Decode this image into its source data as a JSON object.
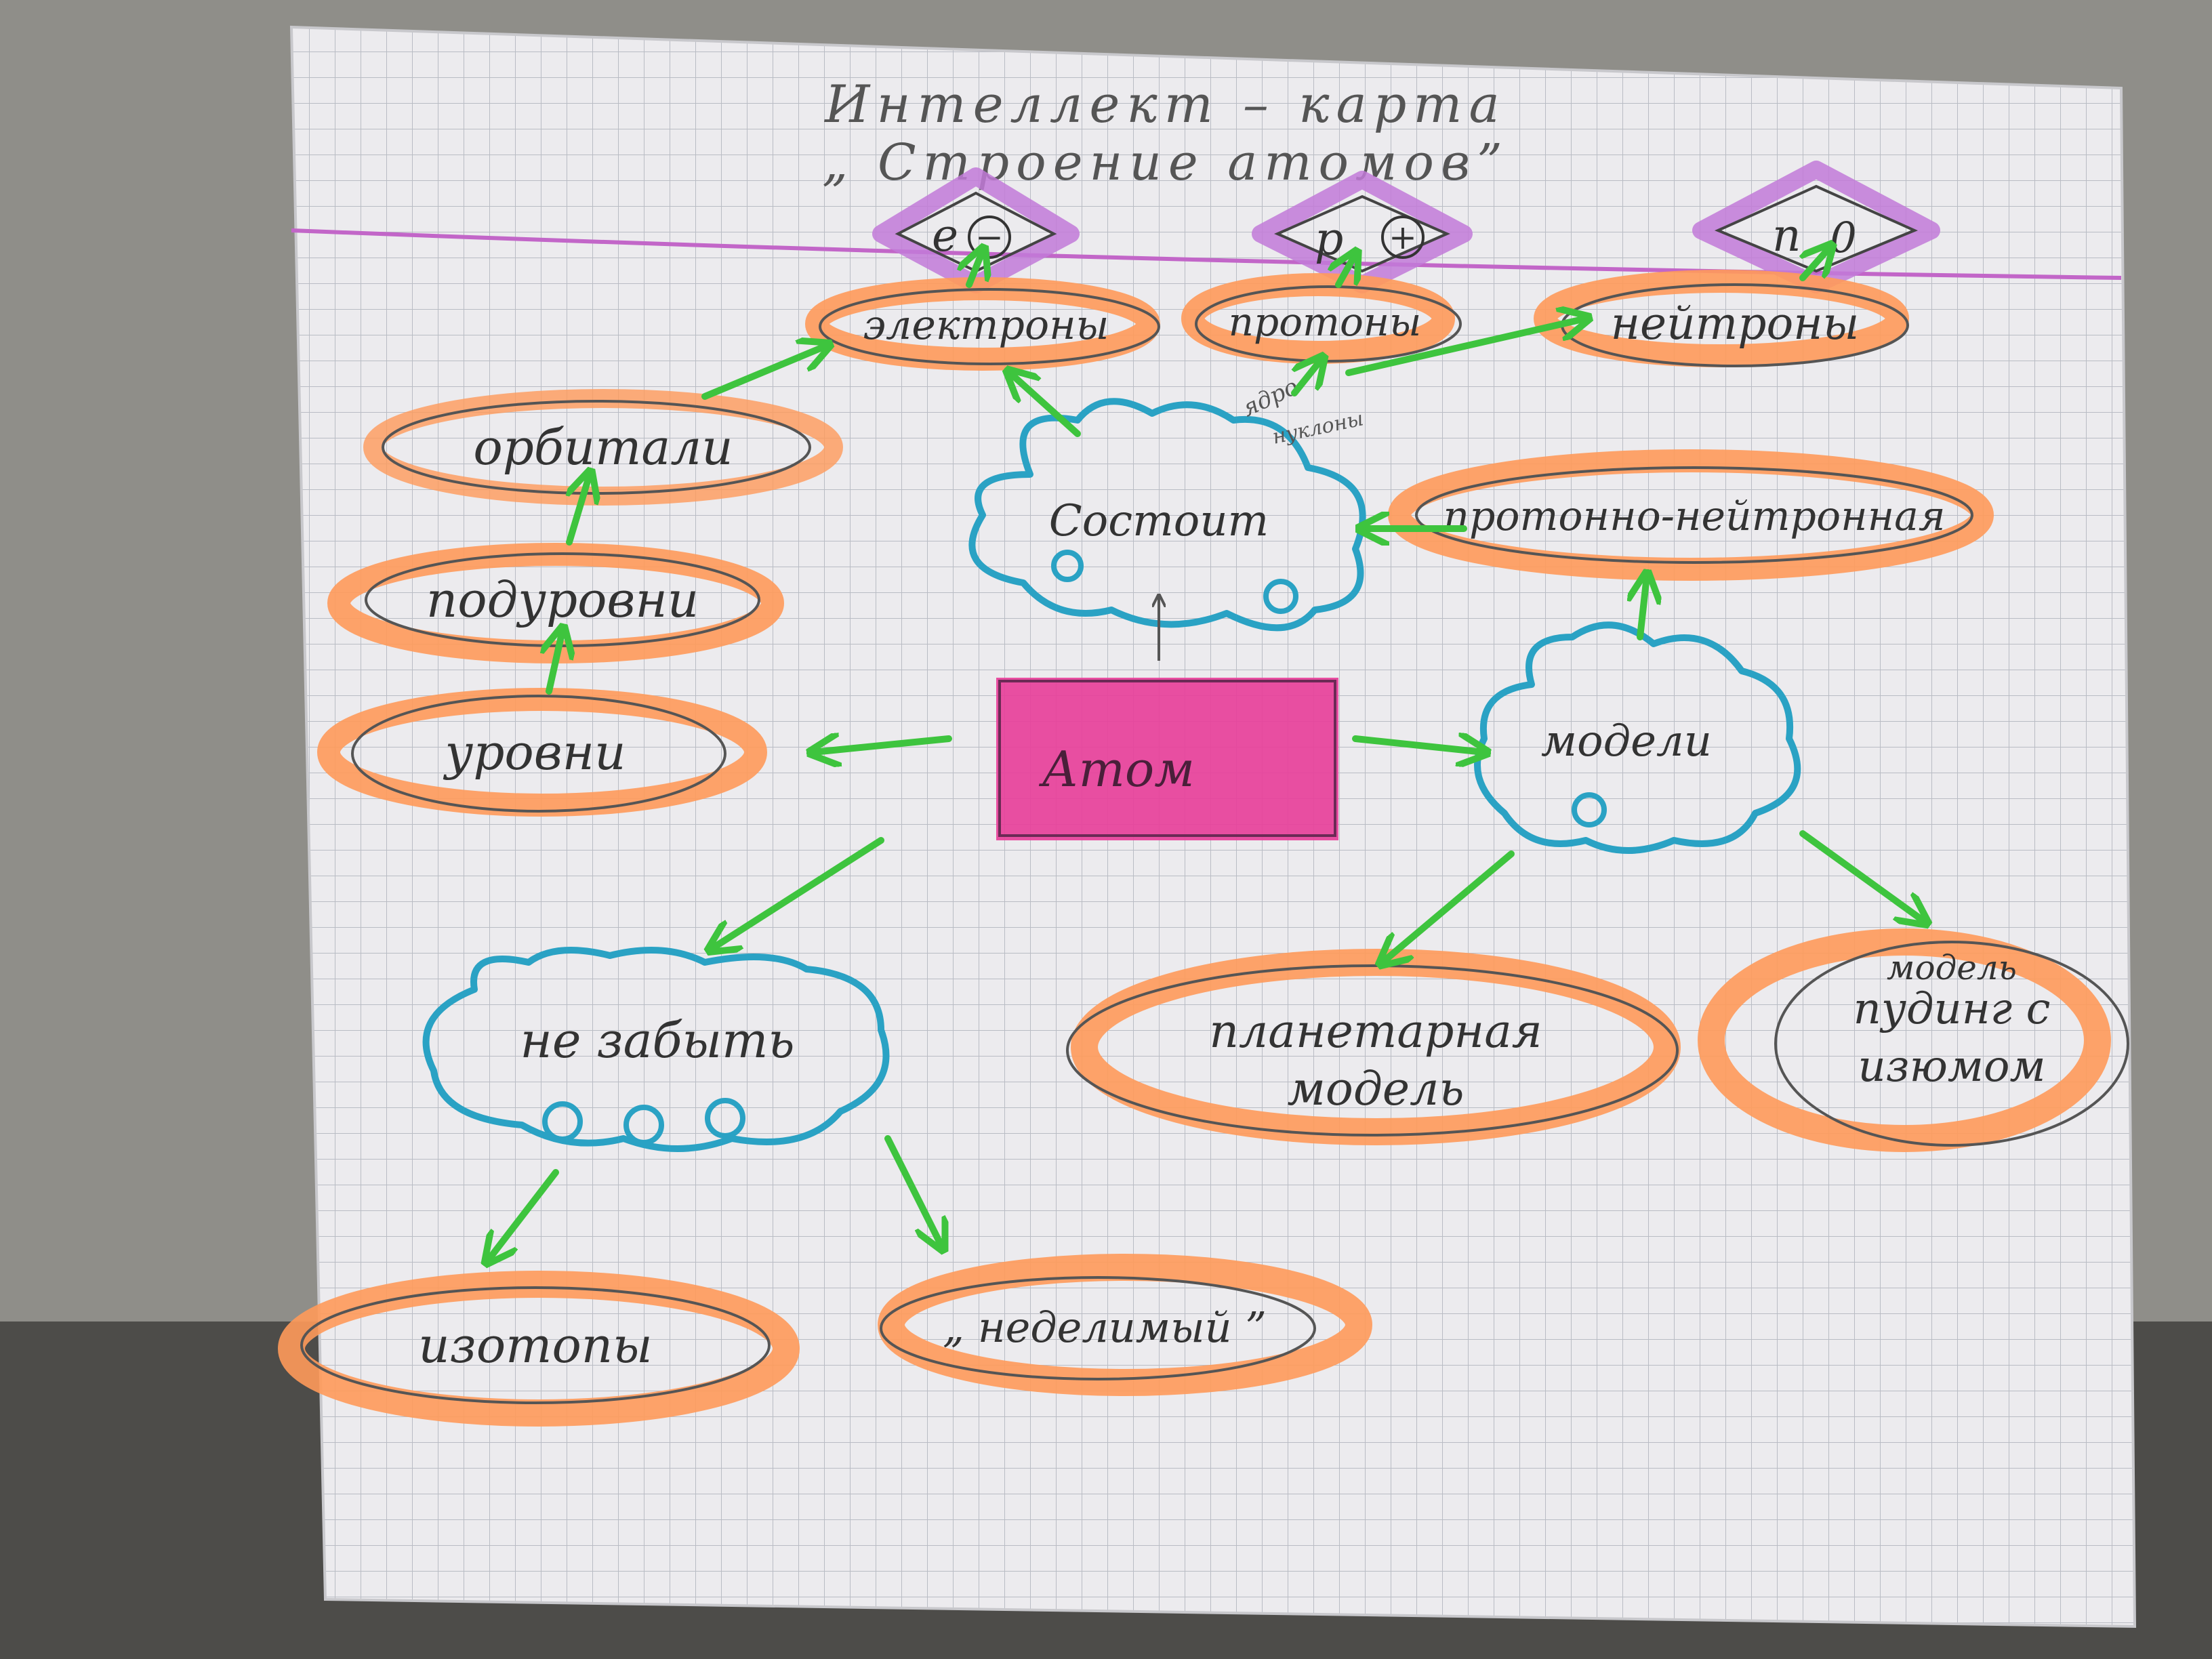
{
  "title": {
    "line1": "Интеллект – карта",
    "line2": "„ Строение атомов”"
  },
  "center": {
    "label": "Атом"
  },
  "clouds": {
    "composition": "Состоит",
    "models": "модели",
    "remember": "не забыть"
  },
  "nodes": {
    "electrons": "электроны",
    "protons": "протоны",
    "neutrons": "нейтроны",
    "orbitals": "орбитали",
    "sublevels": "подуровни",
    "levels": "уровни",
    "proton_neutron": "протонно-нейтронная",
    "planetary": [
      "планетарная",
      "модель"
    ],
    "pudding": [
      "модель",
      "пудинг с",
      "изюмом"
    ],
    "isotopes": "изотопы",
    "indivisible": "„ неделимый ”"
  },
  "symbols": {
    "electron": {
      "letter": "e",
      "sign": "−"
    },
    "proton": {
      "letter": "p",
      "sign": "+"
    },
    "neutron": {
      "letter": "n",
      "sign": "0"
    }
  },
  "annotations": {
    "nucleus": "ядро",
    "nucleons": "нуклоны"
  },
  "colors": {
    "paper": "#ecebee",
    "grid": "#b9bcc4",
    "orange": "#ff9a5a",
    "blue": "#2aa2c4",
    "green": "#3ec43e",
    "magenta": "#e7409a",
    "purple": "#c27ad8",
    "pencil": "#4a4a4a"
  }
}
